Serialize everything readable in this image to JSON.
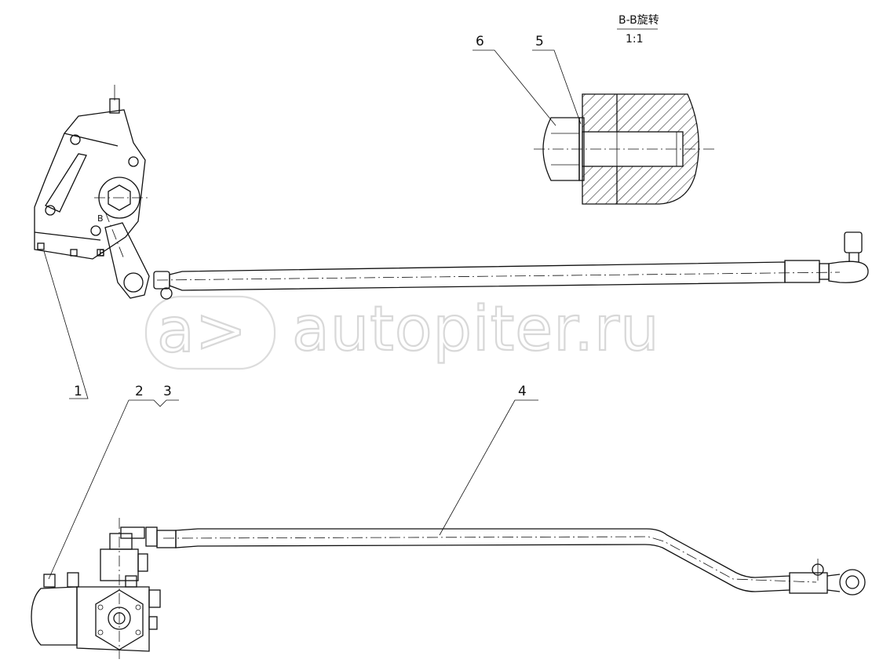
{
  "section": {
    "title": "B-B旋转",
    "scale": "1:1"
  },
  "callouts": [
    "1",
    "2",
    "3",
    "4",
    "5",
    "6"
  ],
  "section_marks": [
    "B",
    "B"
  ],
  "watermark": {
    "logo": "a>",
    "text": "autopiter.ru"
  }
}
